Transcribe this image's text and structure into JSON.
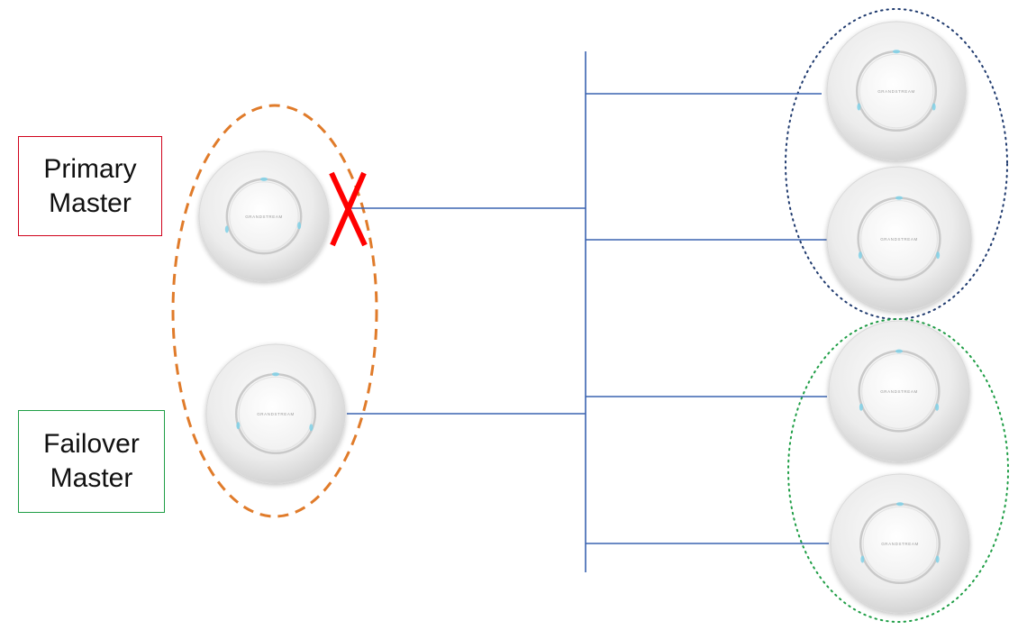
{
  "labels": {
    "primary": {
      "line1": "Primary",
      "line2": "Master",
      "border_color": "#d0021b"
    },
    "failover": {
      "line1": "Failover",
      "line2": "Master",
      "border_color": "#1f9e46"
    }
  },
  "access_points": {
    "brand_text": "GRANDSTREAM",
    "count_masters": 2,
    "count_slaves": 4
  },
  "colors": {
    "network_line": "#3a63b0",
    "master_group_dash": "#e07b2a",
    "slave_group_top_dots": "#1f3a6e",
    "slave_group_bottom_dots": "#1f9e46",
    "failure_mark": "#ff0000",
    "status_led": "#7fd1e8"
  },
  "failure": {
    "mark": "X",
    "link": "primary-master-uplink"
  }
}
